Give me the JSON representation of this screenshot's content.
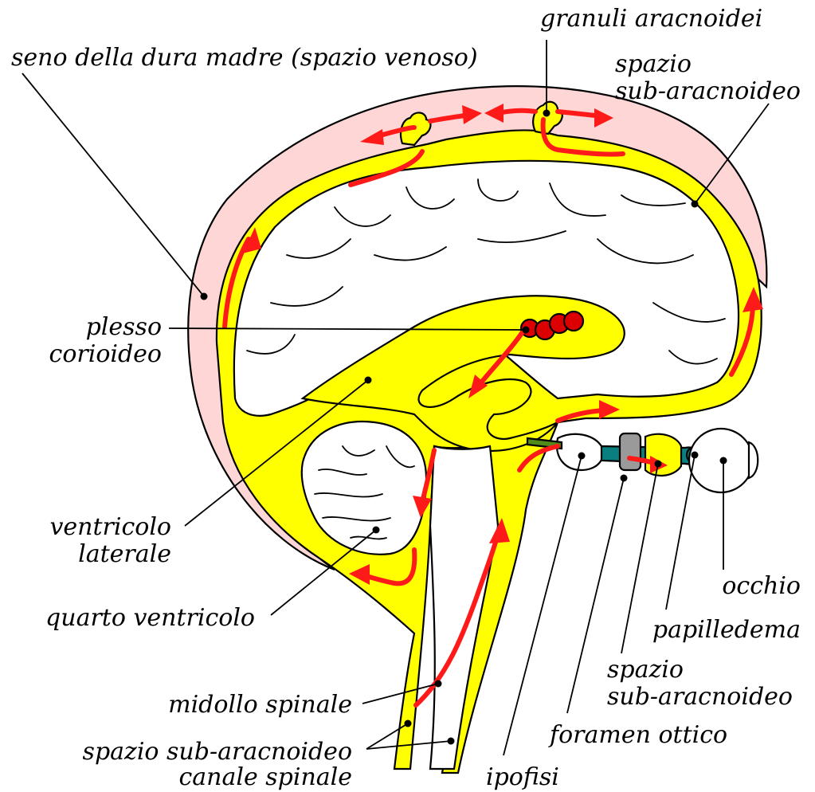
{
  "colors": {
    "csf": "#ffff00",
    "venous_sinus": "#ffd6d6",
    "flow_arrow": "#ff1a1a",
    "plexus": "#dd0000",
    "optic_nerve": "#0a7f7f",
    "foramen": "#9a9a9a",
    "pituitary_stalk": "#4f8a1a"
  },
  "labels": {
    "granuli": "granuli aracnoidei",
    "seno": "seno della dura madre (spazio venoso)",
    "spazio_top_1": "spazio",
    "spazio_top_2": "sub-aracnoideo",
    "plesso_1": "plesso",
    "plesso_2": "corioideo",
    "ventricolo_1": "ventricolo",
    "ventricolo_2": "laterale",
    "quarto": "quarto ventricolo",
    "midollo": "midollo spinale",
    "sub_spinale_1": "spazio sub-aracnoideo",
    "sub_spinale_2": "canale spinale",
    "ipofisi": "ipofisi",
    "foramen": "foramen ottico",
    "spazio_eye_1": "spazio",
    "spazio_eye_2": "sub-aracnoideo",
    "papilledema": "papilledema",
    "occhio": "occhio"
  }
}
